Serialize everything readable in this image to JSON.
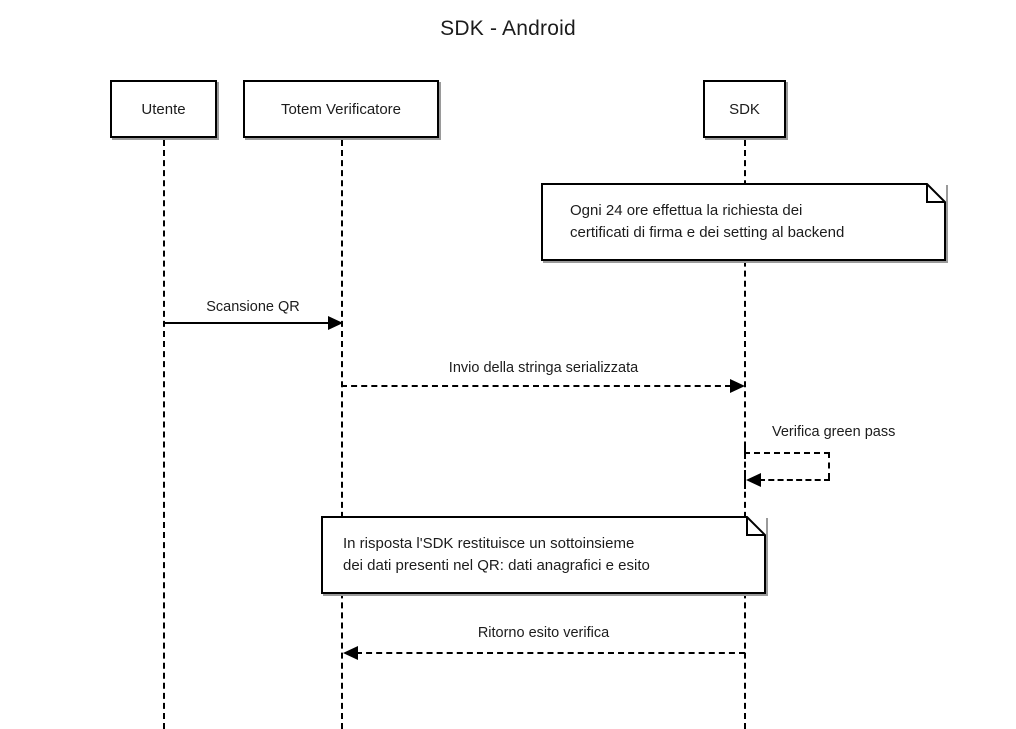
{
  "diagram": {
    "title": "SDK - Android",
    "type": "uml-sequence-diagram",
    "participants": [
      {
        "id": "utente",
        "label": "Utente"
      },
      {
        "id": "totem",
        "label": "Totem Verificatore"
      },
      {
        "id": "sdk",
        "label": "SDK"
      }
    ],
    "messages": [
      {
        "id": "m1",
        "label": "Scansione QR",
        "from": "utente",
        "to": "totem",
        "style": "solid",
        "direction": "right"
      },
      {
        "id": "m2",
        "label": "Invio della stringa serializzata",
        "from": "totem",
        "to": "sdk",
        "style": "dashed",
        "direction": "right"
      },
      {
        "id": "m3",
        "label": "Verifica green pass",
        "from": "sdk",
        "to": "sdk",
        "style": "dashed",
        "direction": "self"
      },
      {
        "id": "m4",
        "label": "Ritorno esito verifica",
        "from": "sdk",
        "to": "totem",
        "style": "dashed",
        "direction": "left"
      }
    ],
    "notes": [
      {
        "id": "note1",
        "text": "Ogni 24 ore effettua la richiesta dei\ncertificati di firma e dei setting al backend",
        "attached_to": "sdk",
        "fold_corner": "top-right"
      },
      {
        "id": "note2",
        "text": "In risposta l'SDK restituisce un sottoinsieme\ndei dati presenti nel QR: dati anagrafici e esito",
        "attached_to": "sdk",
        "fold_corner": "top-right"
      }
    ],
    "colors": {
      "background": "#ffffff",
      "stroke": "#000000",
      "text": "#1c1c1c",
      "shadow": "#9a9a9a"
    }
  }
}
